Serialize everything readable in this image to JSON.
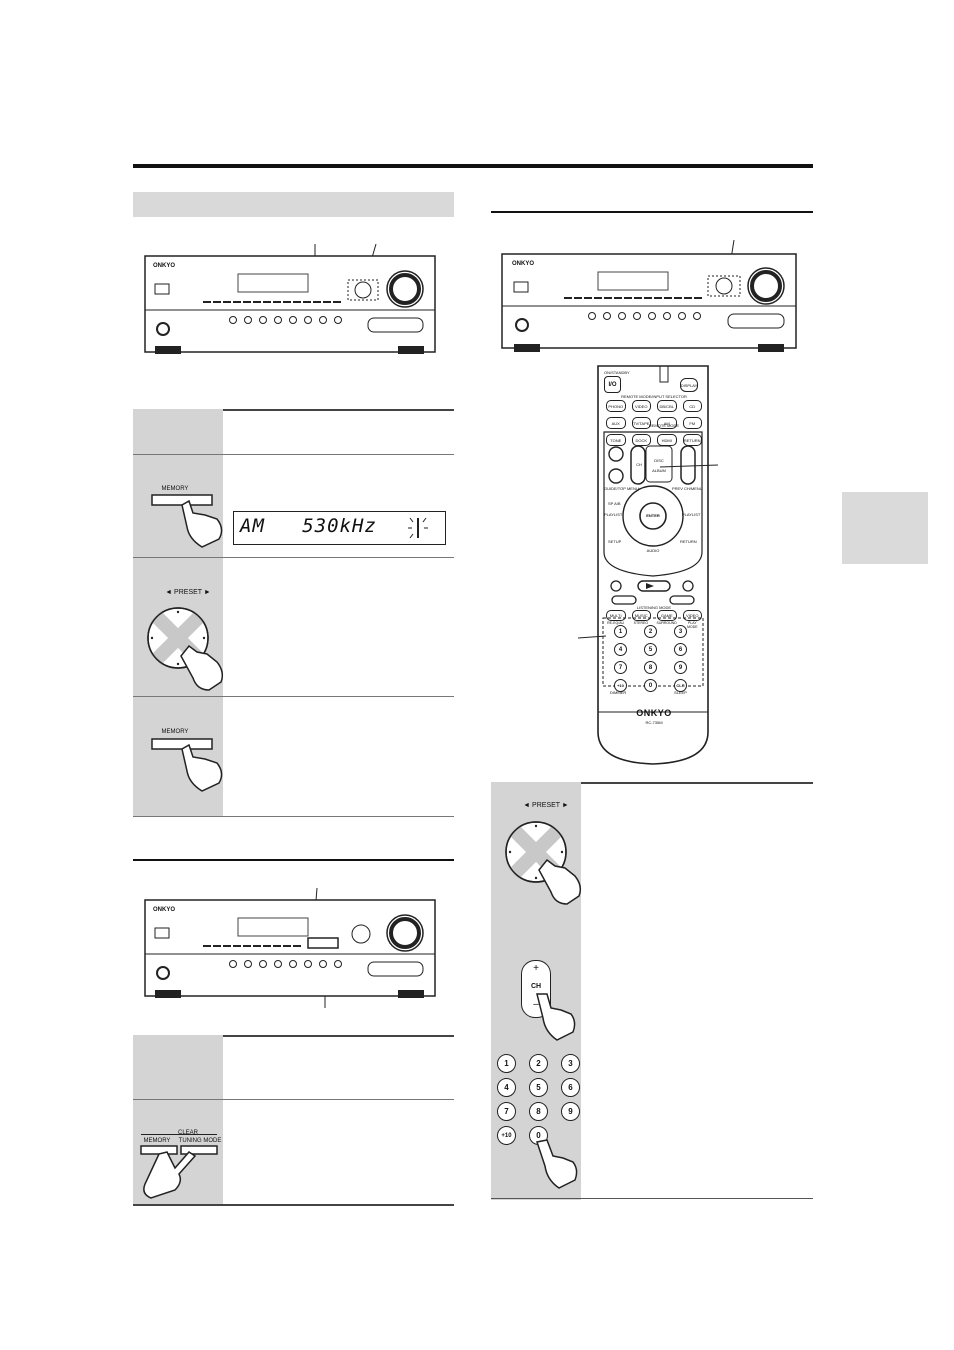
{
  "receiver": {
    "brand": "ONKYO"
  },
  "remote": {
    "brand": "ONKYO",
    "model": "RC-735M",
    "on_standby": "ON/STANDBY",
    "power": "I/O",
    "display": "DISPLAY",
    "selector_title": "REMOTE MODE/INPUT SELECTOR",
    "inputs": [
      "PHONO",
      "VIDEO",
      "DB/CBL",
      "CD",
      "AUX",
      "TV/TAPE",
      "AM",
      "FM",
      "TONE",
      "DOCK",
      "HDMI",
      "RETURN"
    ],
    "remote_mode": "REMOTE MODE",
    "ch": "CH",
    "disc": "DISC",
    "album": "ALBUM",
    "guide": "GUIDE/TOP MENU",
    "prev": "PREV CH/MENU",
    "sp_ab": "SP A/B",
    "playlist_l": "PLAYLIST",
    "playlist_r": "PLAYLIST",
    "category": "CATEGORY",
    "enter": "ENTER",
    "setup": "SETUP",
    "return": "RETURN",
    "audio": "AUDIO",
    "listening_mode": "LISTENING MODE",
    "modes": [
      "MULTI",
      "MUSIC",
      "GAME",
      "VIDEO"
    ],
    "mode_sub": [
      "RE-EQ/AU",
      "STEREO",
      "SURROUND",
      "PLAY MODE"
    ],
    "keys": [
      "1",
      "2",
      "3",
      "4",
      "5",
      "6",
      "7",
      "8",
      "9",
      "+10",
      "0",
      "CLR"
    ],
    "dimmer": "DIMMER",
    "sleep": "SLEEP"
  },
  "steps_top": {
    "memory_label": "MEMORY",
    "display_text": "AM   530kHz",
    "preset_label": "◄ PRESET ►",
    "memory_label2": "MEMORY"
  },
  "steps_bottom": {
    "clear": "CLEAR",
    "memory": "MEMORY",
    "tuning_mode": "TUNING MODE"
  },
  "right_steps": {
    "preset_label": "◄ PRESET ►",
    "ch_plus": "+",
    "ch_label": "CH",
    "ch_minus": "–",
    "keys": [
      "1",
      "2",
      "3",
      "4",
      "5",
      "6",
      "7",
      "8",
      "9",
      "+10",
      "0"
    ]
  }
}
